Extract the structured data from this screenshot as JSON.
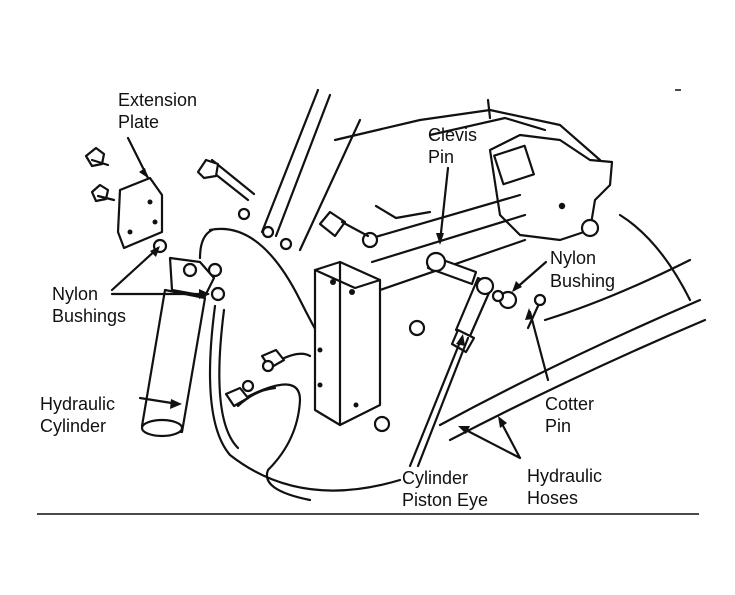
{
  "labels": {
    "extension_plate": [
      "Extension",
      "Plate"
    ],
    "clevis_pin": [
      "Clevis",
      "Pin"
    ],
    "nylon_bushing": [
      "Nylon",
      "Bushing"
    ],
    "nylon_bushings": [
      "Nylon",
      "Bushings"
    ],
    "hydraulic_cylinder": [
      "Hydraulic",
      "Cylinder"
    ],
    "cotter_pin": [
      "Cotter",
      "Pin"
    ],
    "cylinder_piston_eye": [
      "Cylinder",
      "Piston Eye"
    ],
    "hydraulic_hoses": [
      "Hydraulic",
      "Hoses"
    ]
  }
}
